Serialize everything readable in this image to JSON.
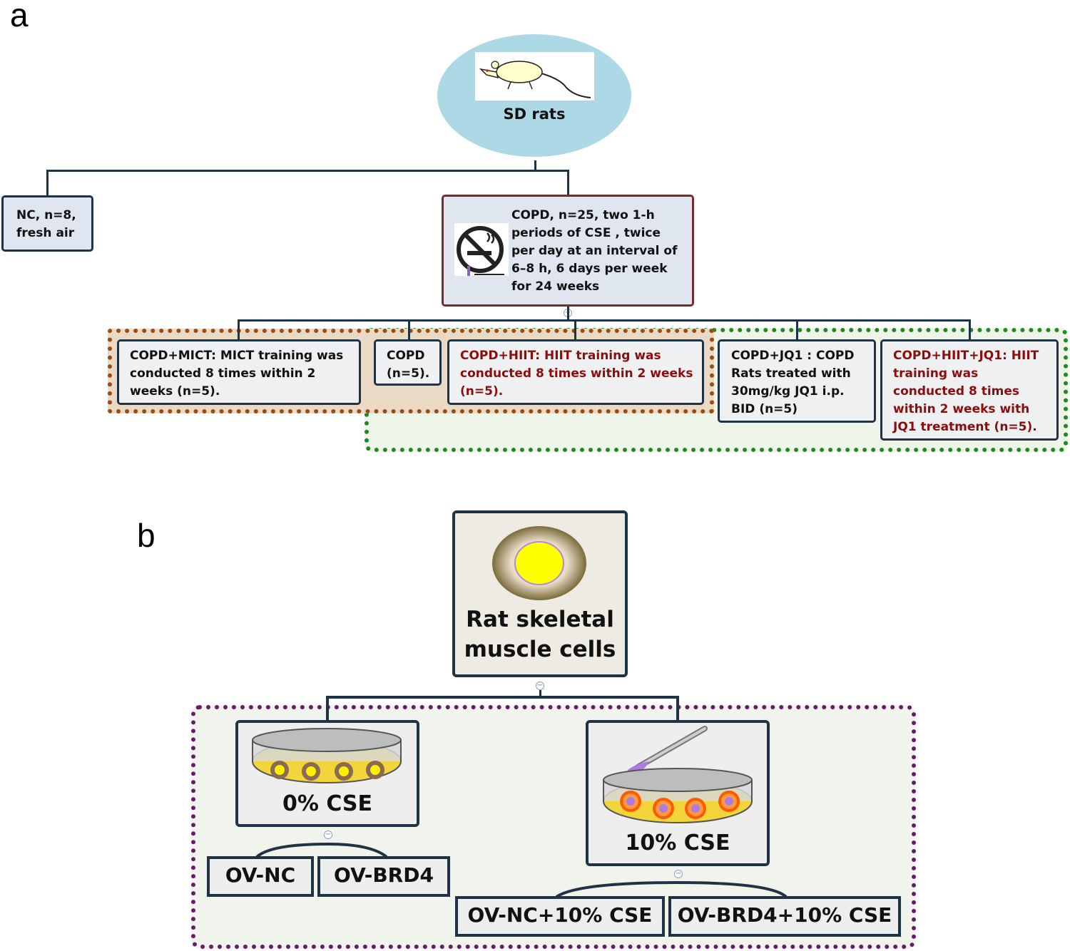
{
  "panel_a": {
    "letter": "a",
    "root_label": "SD rats",
    "nc_box": {
      "line1": "NC, n=8,",
      "line2": "fresh air"
    },
    "copd_box": {
      "lines": [
        "COPD, n=25, two 1-h",
        "periods of CSE , twice",
        "per day at an interval of",
        "6–8 h, 6 days per week",
        "for 24 weeks"
      ]
    },
    "groups": {
      "mict": {
        "lines": [
          "COPD+MICT: MICT training was",
          "conducted 8 times within 2",
          "weeks (n=5)."
        ]
      },
      "copd": {
        "lines": [
          "COPD",
          "(n=5)."
        ]
      },
      "hiit": {
        "lines": [
          "COPD+HIIT: HIIT training was",
          "conducted 8 times within 2 weeks",
          "(n=5)."
        ]
      },
      "jq1": {
        "lines": [
          "COPD+JQ1 : COPD",
          "Rats treated with",
          "30mg/kg JQ1 i.p.",
          "BID (n=5)"
        ]
      },
      "hiit_jq1": {
        "lines": [
          "COPD+HIIT+JQ1: HIIT",
          "training was",
          "conducted 8 times",
          "within 2 weeks with",
          "JQ1 treatment (n=5)."
        ]
      }
    }
  },
  "panel_b": {
    "letter": "b",
    "root_lines": [
      "Rat skeletal",
      "muscle cells"
    ],
    "left_dish_label": "0% CSE",
    "right_dish_label": "10% CSE",
    "leaves": [
      "OV-NC",
      "OV-BRD4",
      "OV-NC+10% CSE",
      "OV-BRD4+10% CSE"
    ]
  },
  "colors": {
    "line": "#1f3347",
    "hiit_text": "#8b0d0d",
    "root_ellipse": "#add8e6",
    "copd_border": "#7a2a2a",
    "brown_dots": "#9a4d12",
    "green_dots": "#1f8a1f",
    "purple_dots": "#6a1a6a"
  }
}
